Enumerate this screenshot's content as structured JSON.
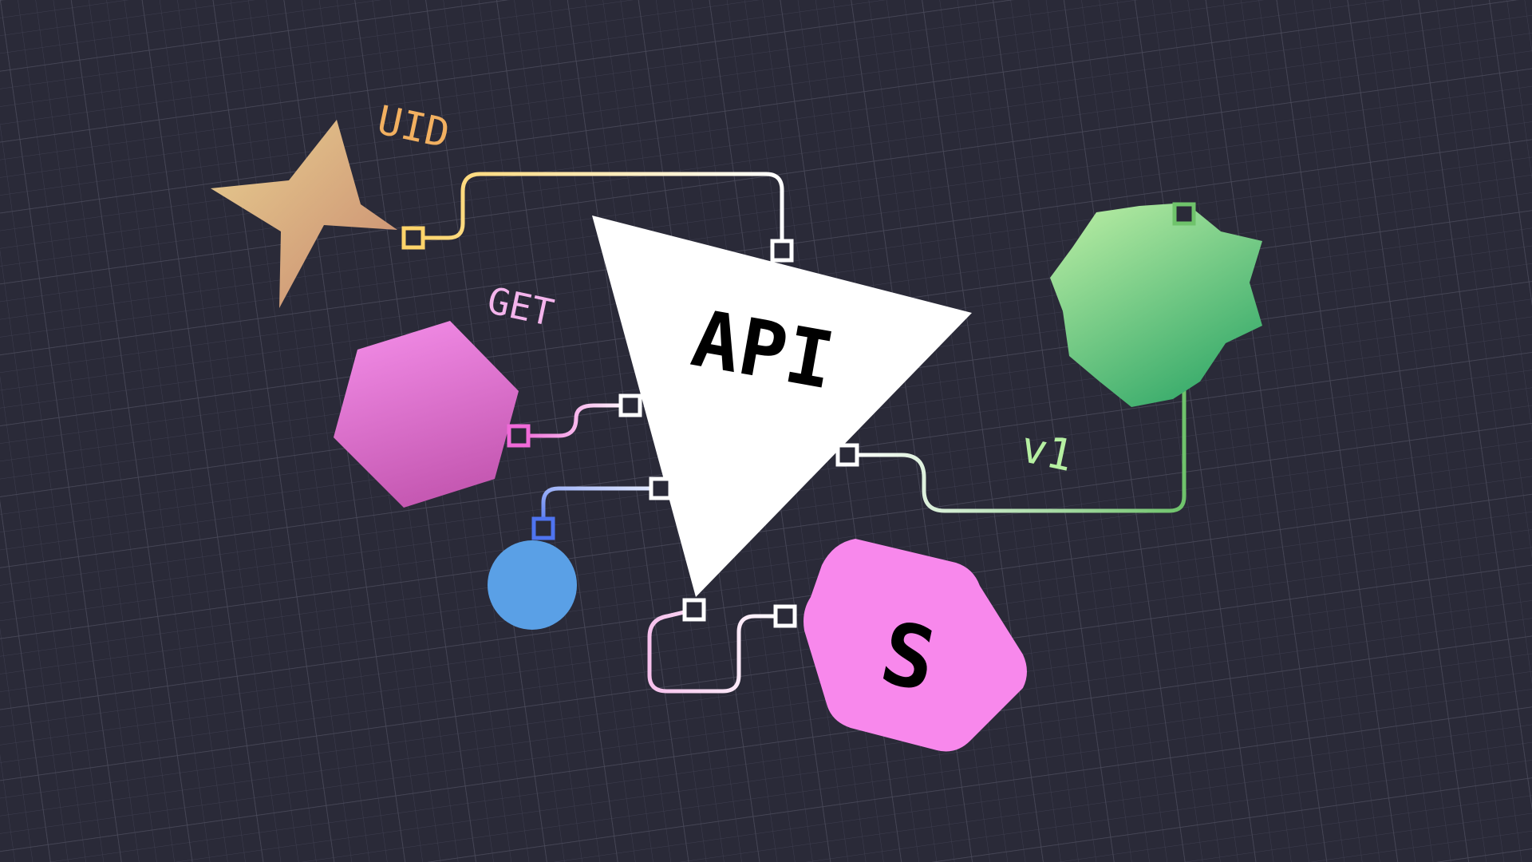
{
  "colors": {
    "background": "#2a2a38",
    "grid_line": "#4a4a5a",
    "star_top": "#e8c98a",
    "star_bottom": "#c98e6f",
    "hexagon_top": "#f48ae8",
    "hexagon_bottom": "#c95ab5",
    "circle": "#5aa0e6",
    "badge": "#f888ec",
    "gear_top": "#b4eca0",
    "gear_bottom": "#3fb06e",
    "triangle": "#ffffff",
    "wire_yellow": "#ffd878",
    "wire_pink": "#f4b4e8",
    "wire_blue": "#6b8cf0",
    "wire_green": "#6fc36b",
    "label_orange": "#f2b060",
    "label_pink": "#f4b4ec",
    "label_green": "#b6f0a2"
  },
  "nodes": {
    "api_triangle": {
      "label": "API",
      "shape": "triangle-icon"
    },
    "uid_star": {
      "label": "UID",
      "shape": "star-icon"
    },
    "get_hexagon": {
      "label": "GET",
      "shape": "hexagon-icon"
    },
    "circle": {
      "shape": "circle-icon"
    },
    "s_badge": {
      "label": "S",
      "shape": "hexagon-badge-icon"
    },
    "v1_gear": {
      "label": "v1",
      "shape": "gear-icon"
    }
  }
}
